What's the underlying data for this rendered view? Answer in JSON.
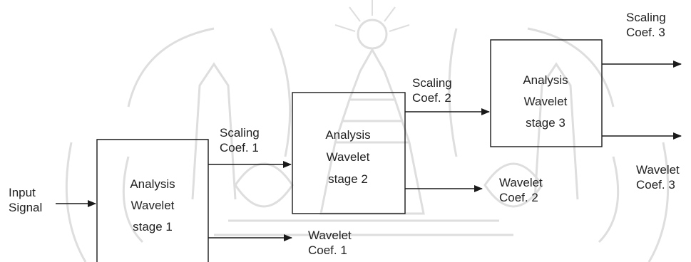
{
  "input": {
    "line1": "Input",
    "line2": "Signal"
  },
  "stages": [
    {
      "line1": "Analysis",
      "line2": "Wavelet",
      "line3": "stage 1"
    },
    {
      "line1": "Analysis",
      "line2": "Wavelet",
      "line3": "stage 2"
    },
    {
      "line1": "Analysis",
      "line2": "Wavelet",
      "line3": "stage 3"
    }
  ],
  "scaling": [
    {
      "line1": "Scaling",
      "line2": "Coef. 1"
    },
    {
      "line1": "Scaling",
      "line2": "Coef. 2"
    },
    {
      "line1": "Scaling",
      "line2": "Coef. 3"
    }
  ],
  "wavelet_coefs": [
    {
      "line1": "Wavelet",
      "line2": "Coef. 1"
    },
    {
      "line1": "Wavelet",
      "line2": "Coef. 2"
    },
    {
      "line1": "Wavelet",
      "line2": "Coef. 3"
    }
  ],
  "watermark": {
    "kind": "university emblem watermark"
  },
  "colors": {
    "ink": "#1a1a1a",
    "watermark": "#d8d8d8"
  }
}
